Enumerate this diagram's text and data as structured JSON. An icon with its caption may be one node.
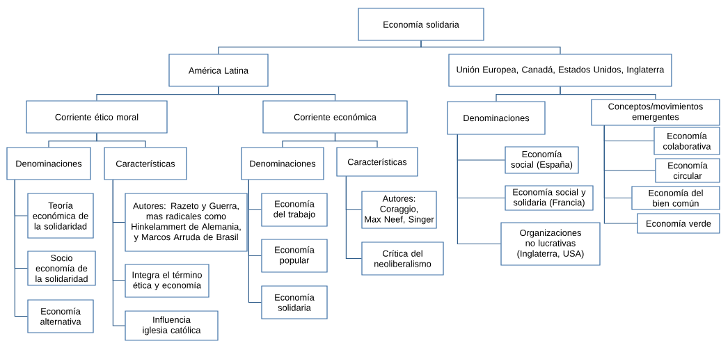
{
  "diagram": {
    "nodes": [
      {
        "text": [
          "Economía solidaria"
        ]
      },
      {
        "text": [
          "América Latina"
        ]
      },
      {
        "text": [
          "Unión Europea, Canadá, Estados Unidos, Inglaterra"
        ]
      },
      {
        "text": [
          "Corriente ético moral"
        ]
      },
      {
        "text": [
          "Corriente económica"
        ]
      },
      {
        "text": [
          "Denominaciones"
        ]
      },
      {
        "text": [
          "Características"
        ]
      },
      {
        "text": [
          "Denominaciones"
        ]
      },
      {
        "text": [
          "Características"
        ]
      },
      {
        "text": [
          "Denominaciones"
        ]
      },
      {
        "text": [
          "Conceptos/movimientos emergentes"
        ]
      },
      {
        "text": [
          "Teoría económica de la solidaridad"
        ]
      },
      {
        "text": [
          "Socio economía de la solidaridad"
        ]
      },
      {
        "text": [
          "Economía alternativa"
        ]
      },
      {
        "text": [
          "Autores: Razeto y Guerra, mas radicales como Hinkelammert de Alemania, y Marcos Arruda de Brasil"
        ]
      },
      {
        "text": [
          "Integra el término ética y economía"
        ]
      },
      {
        "text": [
          "Influencia iglesia católica"
        ]
      },
      {
        "text": [
          "Economía del trabajo"
        ]
      },
      {
        "text": [
          "Economía popular"
        ]
      },
      {
        "text": [
          "Economía solidaria"
        ]
      },
      {
        "text": [
          "Autores: Coraggio, Max Neef, Singer"
        ]
      },
      {
        "text": [
          "Crítica del neoliberalismo"
        ]
      },
      {
        "text": [
          "Economía social (España)"
        ]
      },
      {
        "text": [
          "Economía social y solidaria (Francia)"
        ]
      },
      {
        "text": [
          "Organizaciones no lucrativas (Inglaterra, USA)"
        ]
      },
      {
        "text": [
          "Economía colaborativa"
        ]
      },
      {
        "text": [
          "Economía circular"
        ]
      },
      {
        "text": [
          "Economía del bien común"
        ]
      },
      {
        "text": [
          "Economía verde"
        ]
      }
    ],
    "edges": [
      {
        "from": 0,
        "to": 1,
        "arrow": "none"
      },
      {
        "from": 0,
        "to": 2,
        "arrow": "none"
      },
      {
        "from": 1,
        "to": 3,
        "arrow": "none"
      },
      {
        "from": 1,
        "to": 4,
        "arrow": "none"
      },
      {
        "from": 2,
        "to": 9,
        "arrow": "none"
      },
      {
        "from": 2,
        "to": 10,
        "arrow": "none"
      },
      {
        "from": 3,
        "to": 5,
        "arrow": "none"
      },
      {
        "from": 3,
        "to": 6,
        "arrow": "none"
      },
      {
        "from": 4,
        "to": 7,
        "arrow": "none"
      },
      {
        "from": 4,
        "to": 8,
        "arrow": "none"
      },
      {
        "from": 5,
        "to": 11,
        "arrow": "none"
      },
      {
        "from": 5,
        "to": 12,
        "arrow": "none"
      },
      {
        "from": 5,
        "to": 13,
        "arrow": "none"
      },
      {
        "from": 6,
        "to": 14,
        "arrow": "none"
      },
      {
        "from": 6,
        "to": 15,
        "arrow": "none"
      },
      {
        "from": 6,
        "to": 16,
        "arrow": "none"
      },
      {
        "from": 7,
        "to": 17,
        "arrow": "none"
      },
      {
        "from": 7,
        "to": 18,
        "arrow": "none"
      },
      {
        "from": 7,
        "to": 19,
        "arrow": "none"
      },
      {
        "from": 8,
        "to": 20,
        "arrow": "none"
      },
      {
        "from": 8,
        "to": 21,
        "arrow": "none"
      },
      {
        "from": 9,
        "to": 22,
        "arrow": "none"
      },
      {
        "from": 9,
        "to": 23,
        "arrow": "none"
      },
      {
        "from": 9,
        "to": 24,
        "arrow": "none"
      },
      {
        "from": 10,
        "to": 25,
        "arrow": "none"
      },
      {
        "from": 10,
        "to": 26,
        "arrow": "none"
      },
      {
        "from": 10,
        "to": 27,
        "arrow": "none"
      },
      {
        "from": 10,
        "to": 28,
        "arrow": "none"
      }
    ]
  }
}
